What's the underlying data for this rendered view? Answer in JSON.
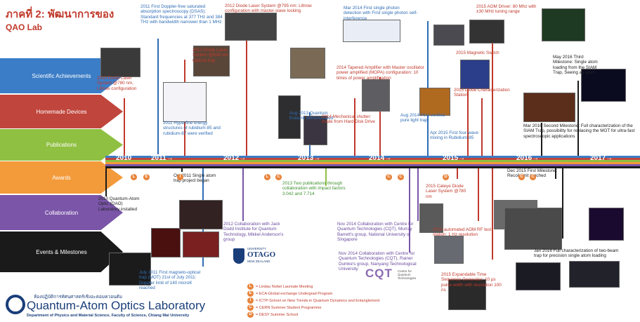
{
  "header": {
    "title_th": "ภาคที่ 2: พัฒนาการของ",
    "title_lab": "QAO Lab"
  },
  "categories": [
    {
      "label": "Scientific Achievements",
      "color": "#3b7dc6"
    },
    {
      "label": "Homemade Devices",
      "color": "#c0453c"
    },
    {
      "label": "Publications",
      "color": "#8fc041"
    },
    {
      "label": "Awards",
      "color": "#f39a3a"
    },
    {
      "label": "Collaboration",
      "color": "#7a55a8"
    },
    {
      "label": "Events & Milestones",
      "color": "#1a1a1a"
    }
  ],
  "years": [
    "2010",
    "2011→",
    "2012→",
    "2013→",
    "2014→",
    "2015→",
    "2016→",
    "2017→"
  ],
  "events_above": [
    {
      "text": "2010 Diode Laser System @780 nm, Littrow configuration",
      "cls": "red"
    },
    {
      "text": "2011 First Doppler-free saturated absorption spectroscopy (DSAS): Standard frequencies at 377 THz and 384 THz with bandwidth narrower than 1 MHz",
      "cls": "blue"
    },
    {
      "text": "2011 Hyperfine energy structures of rubidium-85 and rubidium-87 were verified",
      "cls": "blue"
    },
    {
      "text": "2012 Diode Laser System @828 nm: Optical trap",
      "cls": "red"
    },
    {
      "text": "2012 Diode Laser System @795 nm: Littrow configuration with master-slave locking",
      "cls": "red"
    },
    {
      "text": "Aug 2013 Quantum Erasure demonstrated",
      "cls": "blue"
    },
    {
      "text": "2014 Mechanical shutter: made from Hard Disk Drive",
      "cls": "red"
    },
    {
      "text": "2014 Tapered Amplifier with Master oscillator power amplified (MOPA) configuration: 10 times of power amplification",
      "cls": "red"
    },
    {
      "text": "Mar 2014 First single photon detection with First single photon self-interference",
      "cls": "blue"
    },
    {
      "text": "Aug 2014 First verified pure light trap",
      "cls": "blue"
    },
    {
      "text": "Apr 2015 First four-wave mixing in Rubidium-85",
      "cls": "blue"
    },
    {
      "text": "2015 Magnetic Switch",
      "cls": "red"
    },
    {
      "text": "2015 Diode Characterization Station",
      "cls": "red"
    },
    {
      "text": "2015 AOM Driver: 80 Mhz with ±30 MHz tuning range",
      "cls": "red"
    },
    {
      "text": "May 2016 Third Milestone: Single atom loading from the SIAM Trap, Seeing an atom",
      "cls": "black"
    },
    {
      "text": "Mar 2016 Second Milestone: Full characterization of the SIAM Trap, possibility for replacing the MOT for ultra-fast spectroscopic applications",
      "cls": "black"
    }
  ],
  "events_below": [
    {
      "text": "2010 Quantum-Atom Optic (QAO) Laboratory installed",
      "cls": "black"
    },
    {
      "text": "Oct 2011 Single atom trap project began",
      "cls": "black"
    },
    {
      "text": "July 2011 First magneto-optical trap (MOT) 21st of July 2011: Doppler limit of 140 microK reached",
      "cls": "blue"
    },
    {
      "text": "2012 Collaboration with Jack Dodd Institute for Quantum Technology, Mikkel Anderson's group",
      "cls": "purple"
    },
    {
      "text": "2013 Two publications through collaboration with impact factors 3.042 and 7.714",
      "cls": "green"
    },
    {
      "text": "Nov 2014 Collaboration with Centre for Quantum Technologies (CQT), Murray Barrett's group, National University of Singapore",
      "cls": "purple"
    },
    {
      "text": "Nov 2014 Collaboration with Centre for Quantum Technologies (CQT), Rainer Dumke's group, Nanyang Technological University",
      "cls": "purple"
    },
    {
      "text": "2015 Cateye Diode Laser System @780 nm",
      "cls": "red"
    },
    {
      "text": "2015 automated AOM RF test station: 1 Hz resolution",
      "cls": "red"
    },
    {
      "text": "2015 Expandable Time Sequence Generator: 10 µs pulse width with resolution 100 ns",
      "cls": "red"
    },
    {
      "text": "Dec 2015 First Milestone: Recoil limit reached",
      "cls": "black"
    },
    {
      "text": "Jan 2016 Full characterization of two-beam trap for precision single atom loading",
      "cls": "black"
    }
  ],
  "legend": [
    {
      "chip": "L",
      "text": "= Lindau Nobel Laureate Meeting"
    },
    {
      "chip": "E",
      "text": "= ECA-Global exchange Undergrad Program"
    },
    {
      "chip": "I",
      "text": "= ICTP-School on New Trends in Quantum Dynamics and Entanglement"
    },
    {
      "chip": "C",
      "text": "= CERN Summer Student Programme"
    },
    {
      "chip": "D",
      "text": "= DESY Summer School"
    }
  ],
  "award_chips": [
    "L",
    "E",
    "I",
    "L",
    "C",
    "C",
    "C",
    "D",
    "C",
    "C"
  ],
  "logos": {
    "otago_top": "UNIVERSITY",
    "otago": "OTAGO",
    "otago_sub": "NEW ZEALAND",
    "cqt": "CQT",
    "cqt_sub": "Centre for Quantum Technologies"
  },
  "footer": {
    "lab_th": "ห้องปฏิบัติการทัศนศาสตร์เชิงอะตอมควอนตัม",
    "lab_name": "Quantum-Atom Optics Laboratory",
    "dept": "Department of Physics and Material Science, Faculty of Science, Chiang Mai University"
  }
}
